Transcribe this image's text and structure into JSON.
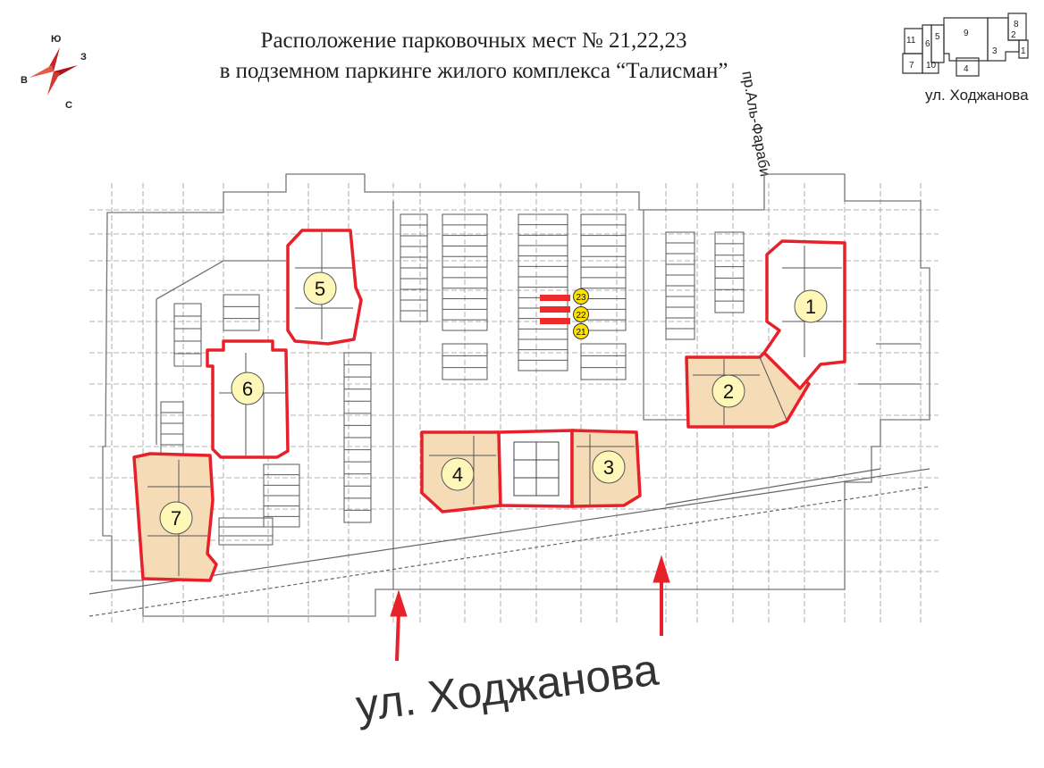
{
  "header": {
    "title_line1": "Расположение парковочных мест № 21,22,23",
    "title_line2": "в подземном паркинге жилого комплекса “Талисман”"
  },
  "streets": {
    "top_street": "ул. Ходжанова",
    "avenue": "пр.Аль-Фараби",
    "bottom_street": "ул. Ходжанова"
  },
  "compass": {
    "north": "Ю",
    "east": "З",
    "west": "В",
    "south": "С"
  },
  "key_map": {
    "labels": [
      "1",
      "2",
      "3",
      "4",
      "5",
      "6",
      "7",
      "8",
      "9",
      "10",
      "11"
    ]
  },
  "sections": [
    {
      "label": "1"
    },
    {
      "label": "2"
    },
    {
      "label": "3"
    },
    {
      "label": "4"
    },
    {
      "label": "5"
    },
    {
      "label": "6"
    },
    {
      "label": "7"
    }
  ],
  "parking_spots": [
    {
      "label": "23"
    },
    {
      "label": "22"
    },
    {
      "label": "21"
    }
  ],
  "colors": {
    "section_outline": "#e8202a",
    "section_fill": "#f5dcb6",
    "badge_fill": "#fff7b8",
    "spot_badge_fill": "#ffe100",
    "spot_stripe": "#ee2a2a",
    "arrow": "#e8202a",
    "plan_line": "#8a8a8a"
  }
}
